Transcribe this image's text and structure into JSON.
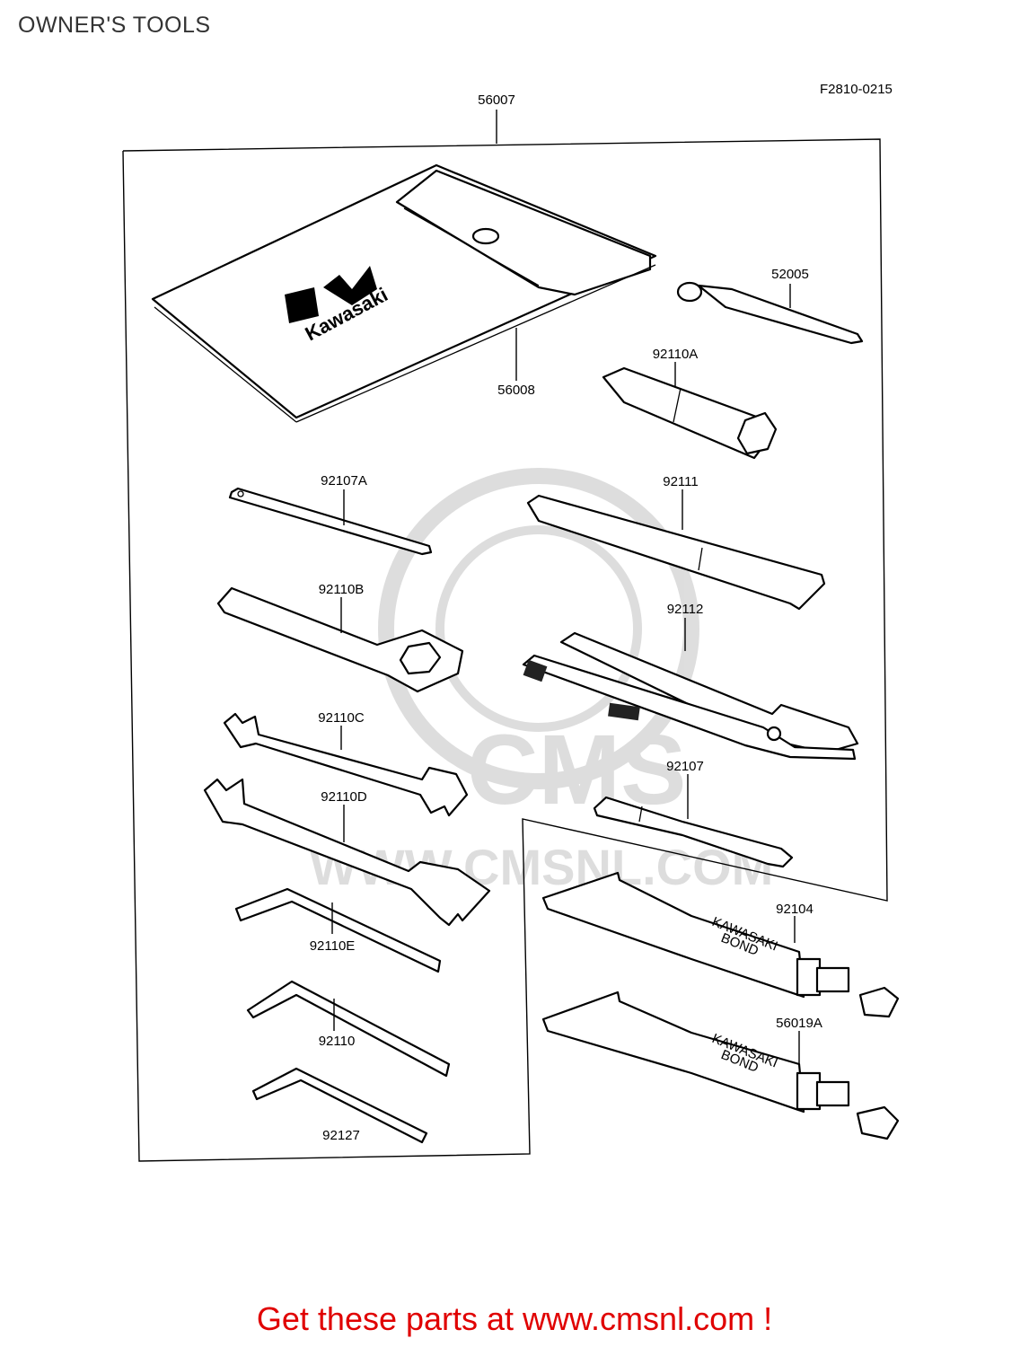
{
  "page": {
    "title": "OWNER'S TOOLS",
    "figure_code": "F2810-0215",
    "footer": "Get these parts at www.cmsnl.com !",
    "footer_color": "#e00000"
  },
  "bag_logo": {
    "brand": "Kawasaki"
  },
  "watermark": {
    "text": "CMS",
    "url": "WWW.CMSNL.COM"
  },
  "tube_print": {
    "line1": "KAWASAKI",
    "line2": "BOND"
  },
  "parts": [
    {
      "id": "56007"
    },
    {
      "id": "56008"
    },
    {
      "id": "52005"
    },
    {
      "id": "92110A"
    },
    {
      "id": "92107A"
    },
    {
      "id": "92111"
    },
    {
      "id": "92110B"
    },
    {
      "id": "92112"
    },
    {
      "id": "92110C"
    },
    {
      "id": "92107"
    },
    {
      "id": "92110D"
    },
    {
      "id": "92104"
    },
    {
      "id": "92110E"
    },
    {
      "id": "56019A"
    },
    {
      "id": "92110"
    },
    {
      "id": "92127"
    }
  ]
}
